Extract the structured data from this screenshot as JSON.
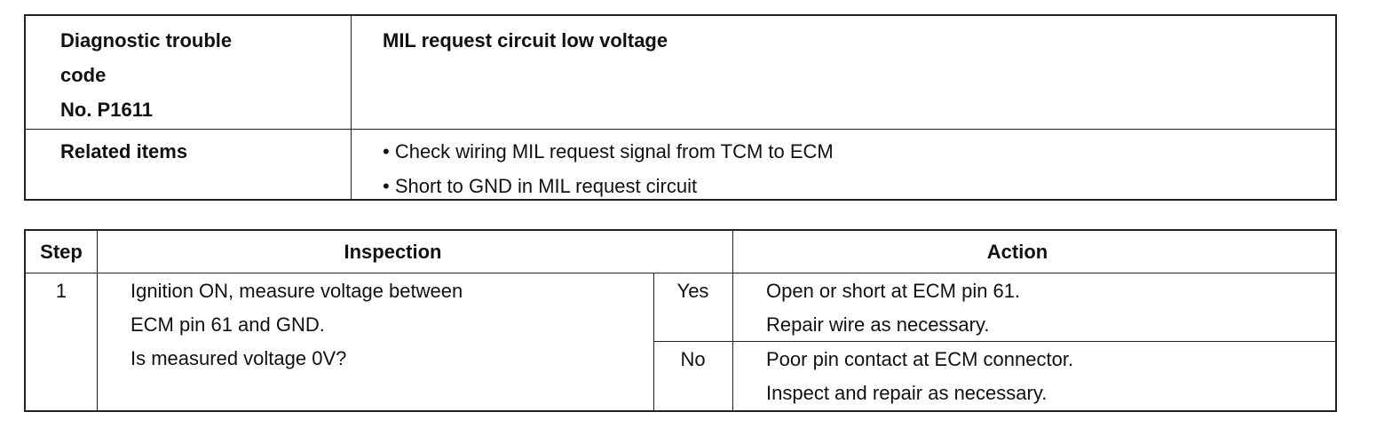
{
  "code_table": {
    "dtc_label_lines": [
      "Diagnostic trouble",
      "code",
      "No. P1611"
    ],
    "dtc_description": "MIL request circuit low voltage",
    "related_label": "Related items",
    "related_items": [
      "• Check wiring MIL request signal from TCM to ECM",
      "• Short to GND in MIL request circuit"
    ]
  },
  "step_table": {
    "headers": {
      "step": "Step",
      "inspection": "Inspection",
      "action": "Action"
    },
    "rows": [
      {
        "step": "1",
        "inspection_lines": [
          "Ignition ON, measure voltage between",
          "ECM pin 61 and GND.",
          "Is measured voltage 0V?"
        ],
        "outcomes": [
          {
            "answer": "Yes",
            "action_lines": [
              "Open or short at ECM pin 61.",
              "Repair wire as necessary."
            ]
          },
          {
            "answer": "No",
            "action_lines": [
              "Poor pin contact at ECM connector.",
              "Inspect and repair as necessary."
            ]
          }
        ]
      }
    ]
  }
}
